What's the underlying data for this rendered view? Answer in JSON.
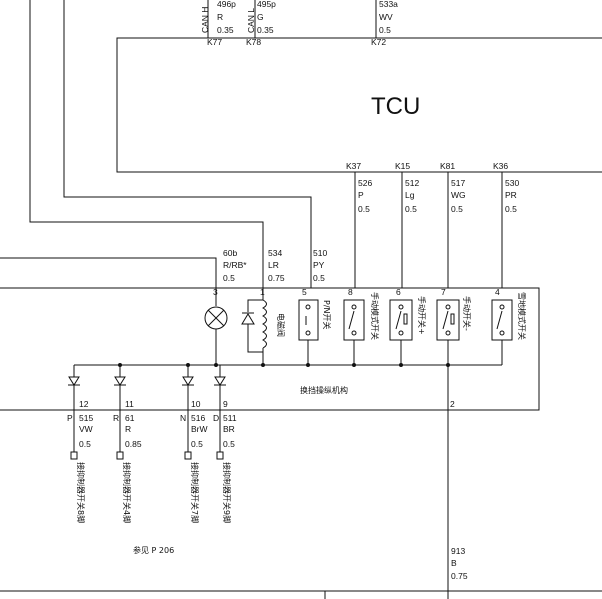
{
  "tcu": {
    "label": "TCU",
    "top_pins": [
      {
        "pin": "K77",
        "bus": "CAN H",
        "circuit": "496p",
        "color": "R",
        "gauge": "0.35"
      },
      {
        "pin": "K78",
        "bus": "CAN L",
        "circuit": "495p",
        "color": "G",
        "gauge": "0.35"
      },
      {
        "pin": "K72",
        "circuit": "533a",
        "color": "WV",
        "gauge": "0.5"
      }
    ],
    "bottom_pins": [
      {
        "pin": "K37",
        "circuit": "526",
        "color": "P",
        "gauge": "0.5"
      },
      {
        "pin": "K15",
        "circuit": "512",
        "color": "Lg",
        "gauge": "0.5"
      },
      {
        "pin": "K81",
        "circuit": "517",
        "color": "WG",
        "gauge": "0.5"
      },
      {
        "pin": "K36",
        "circuit": "530",
        "color": "PR",
        "gauge": "0.5"
      }
    ]
  },
  "shifter_wires": [
    {
      "circuit": "60b",
      "color": "R/RB*",
      "gauge": "0.5"
    },
    {
      "circuit": "534",
      "color": "LR",
      "gauge": "0.75"
    },
    {
      "circuit": "510",
      "color": "PY",
      "gauge": "0.5"
    }
  ],
  "shifter": {
    "label": "换挡操纵机构",
    "pins": [
      "3",
      "1",
      "5",
      "8",
      "6",
      "7",
      "4",
      "2"
    ],
    "solenoid_label": "电磁阀",
    "switches": [
      "P/N开关",
      "手动模式开关",
      "手动开关+",
      "手动开关-",
      "雪地模式开关"
    ]
  },
  "connector_pins": [
    {
      "pos": "P",
      "pin": "12",
      "circuit": "515",
      "color": "VW",
      "gauge": "0.5",
      "dest": "接抑制器开关8脚"
    },
    {
      "pos": "R",
      "pin": "11",
      "circuit": "61",
      "color": "R",
      "gauge": "0.85",
      "dest": "接抑制器开关4脚"
    },
    {
      "pos": "N",
      "pin": "10",
      "circuit": "516",
      "color": "BrW",
      "gauge": "0.5",
      "dest": "接抑制器开关7脚"
    },
    {
      "pos": "D",
      "pin": "9",
      "circuit": "511",
      "color": "BR",
      "gauge": "0.5",
      "dest": "接抑制器开关9脚"
    }
  ],
  "see_also": "参见 P 206",
  "ground_wire": {
    "circuit": "913",
    "color": "B",
    "gauge": "0.75"
  }
}
